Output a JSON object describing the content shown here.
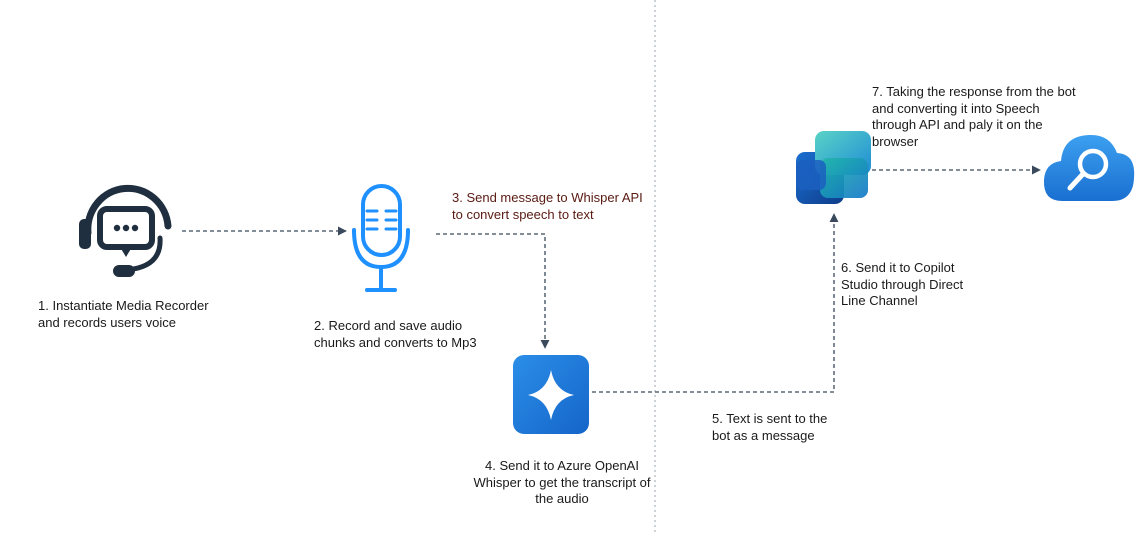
{
  "steps": {
    "step1": "1. Instantiate Media Recorder\nand records users voice",
    "step2": "2. Record  and save audio\nchunks and converts to Mp3",
    "step3": "3. Send message to Whisper API\nto convert speech to text",
    "step4": "4. Send it to Azure OpenAI\nWhisper to get the transcript of\nthe audio",
    "step5": "5. Text is sent to the\nbot as a message",
    "step6": "6. Send it to Copilot\nStudio through Direct\nLine Channel",
    "step7": "7. Taking the response from the bot\nand converting it into Speech\nthrough API and paly it on the\nbrowser"
  },
  "icons": {
    "headset": "headset-agent-icon",
    "microphone": "microphone-icon",
    "azure_openai": "azure-openai-icon",
    "copilot_studio": "copilot-studio-icon",
    "cognitive_search": "cloud-search-icon"
  },
  "colors": {
    "connector": "#3a4a5c",
    "divider": "#9aa6b2",
    "headset": "#1f2f3f",
    "mic": "#1e90ff",
    "text_dark": "#1a1a1a",
    "text_maroon": "#5a1a12"
  }
}
